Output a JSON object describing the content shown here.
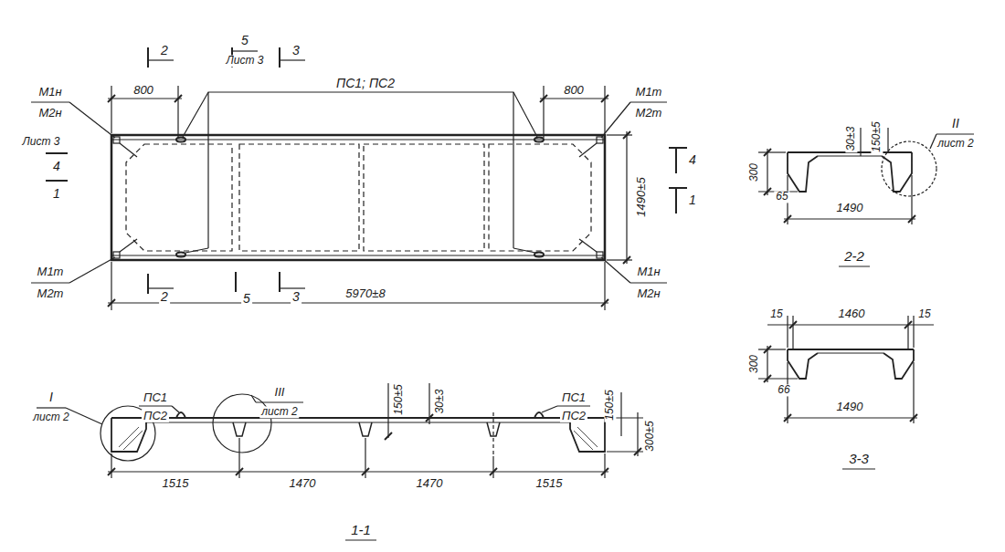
{
  "diagram": {
    "labels": [
      "2",
      "5",
      "Лист 3",
      "3",
      "ПС1; ПС2",
      "800",
      "800",
      "М1н",
      "М2н",
      "М1т",
      "М2т",
      "Лист 3",
      "4",
      "1",
      "1490±5",
      "4",
      "1",
      "М1т",
      "М2т",
      "М1н",
      "М2н",
      "2",
      "5",
      "3",
      "5970±8",
      "I",
      "лист 2",
      "ПС1",
      "ПС2",
      "III",
      "лист 2",
      "150±5",
      "30±3",
      "ПС1",
      "ПС2",
      "150±5",
      "300±5",
      "1515",
      "1470",
      "1470",
      "1515",
      "1-1",
      "300",
      "65",
      "30±3",
      "150±5",
      "1490",
      "II",
      "лист 2",
      "2-2",
      "15",
      "1460",
      "15",
      "300",
      "66",
      "1490",
      "3-3"
    ]
  }
}
